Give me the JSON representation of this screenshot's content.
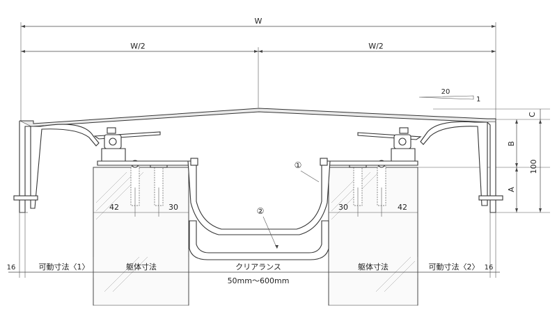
{
  "dimensions": {
    "total_width": "W",
    "half_left": "W/2",
    "half_right": "W/2",
    "slope": "20",
    "slope_rise": "1",
    "height_c": "C",
    "height_b": "B",
    "height_a": "A",
    "height_total": "100",
    "anchor_left_outer": "42",
    "anchor_left_inner": "30",
    "anchor_right_inner": "30",
    "anchor_right_outer": "42"
  },
  "callouts": {
    "part_1": "①",
    "part_2": "②"
  },
  "bottom_labels": {
    "edge_left": "16",
    "movable_left": "可動寸法〈1〉",
    "body_left": "躯体寸法",
    "clearance": "クリアランス",
    "clearance_range": "50mm〜600mm",
    "body_right": "躯体寸法",
    "movable_right": "可動寸法〈2〉",
    "edge_right": "16"
  }
}
